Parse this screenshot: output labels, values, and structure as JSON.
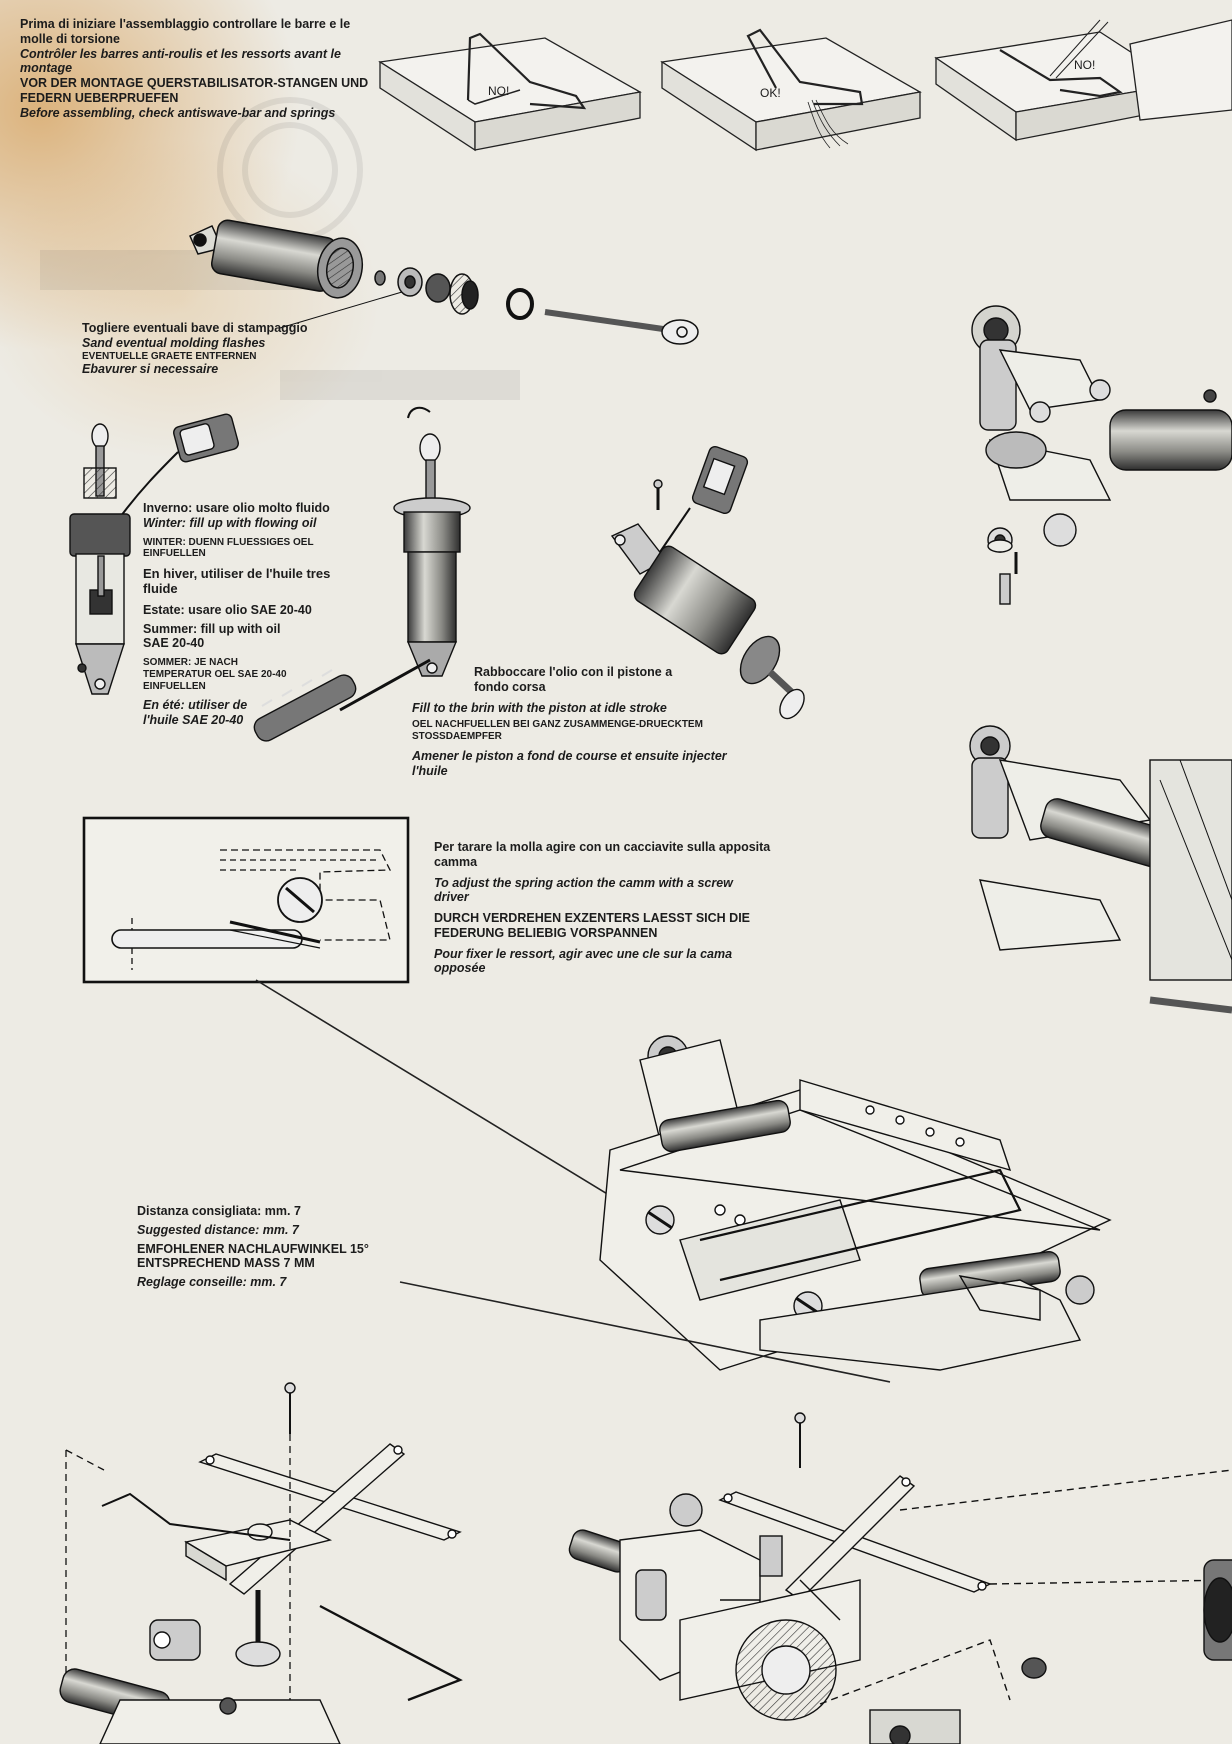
{
  "check_bars": {
    "it": "Prima di iniziare l'assemblaggio controllare le barre e le molle di torsione",
    "fr": "Contrôler les barres anti-roulis et les ressorts avant le montage",
    "de": "VOR DER MONTAGE QUERSTABILISATOR-STANGEN UND FEDERN UEBERPRUEFEN",
    "en": "Before assembling, check antiswave-bar and springs"
  },
  "bar_labels": {
    "no_1": "NO!",
    "ok": "OK!",
    "no_2": "NO!"
  },
  "flashes": {
    "it": "Togliere eventuali bave di stampaggio",
    "en": "Sand eventual molding flashes",
    "de": "EVENTUELLE GRAETE ENTFERNEN",
    "fr": "Ebavurer si necessaire"
  },
  "oil": {
    "winter_it": "Inverno: usare olio molto fluido",
    "winter_en": "Winter: fill up with flowing oil",
    "winter_de": "WINTER: DUENN FLUESSIGES OEL EINFUELLEN",
    "winter_fr": "En hiver, utiliser de l'huile tres fluide",
    "summer_it": "Estate: usare olio SAE 20-40",
    "summer_en": "Summer: fill up with oil SAE 20-40",
    "summer_de": "SOMMER: JE NACH TEMPERATUR OEL SAE 20-40 EINFUELLEN",
    "summer_fr": "En été: utiliser de l'huile SAE 20-40"
  },
  "piston": {
    "it": "Rabboccare l'olio con il pistone a fondo corsa",
    "en": "Fill to the brin with the piston at idle stroke",
    "de": "OEL NACHFUELLEN BEI GANZ ZUSAMMENGE-DRUECKTEM STOSSDAEMPFER",
    "fr": "Amener le piston a fond de course et ensuite injecter l'huile"
  },
  "spring": {
    "it": "Per tarare la molla agire con un cacciavite sulla apposita camma",
    "en": "To adjust the spring action the camm with a screw driver",
    "de": "DURCH VERDREHEN EXZENTERS LAESST SICH DIE FEDERUNG BELIEBIG VORSPANNEN",
    "fr": "Pour fixer le ressort, agir avec une cle sur la cama opposée"
  },
  "distance": {
    "it": "Distanza consigliata: mm. 7",
    "en": "Suggested distance: mm. 7",
    "de_1": "EMFOHLENER NACHLAUFWINKEL 15°",
    "de_2": "ENTSPRECHEND MASS 7 MM",
    "fr": "Reglage conseille: mm. 7"
  },
  "colors": {
    "paper": "#edebe4",
    "ink": "#1c1c1c",
    "stain": "#d6a05a"
  }
}
